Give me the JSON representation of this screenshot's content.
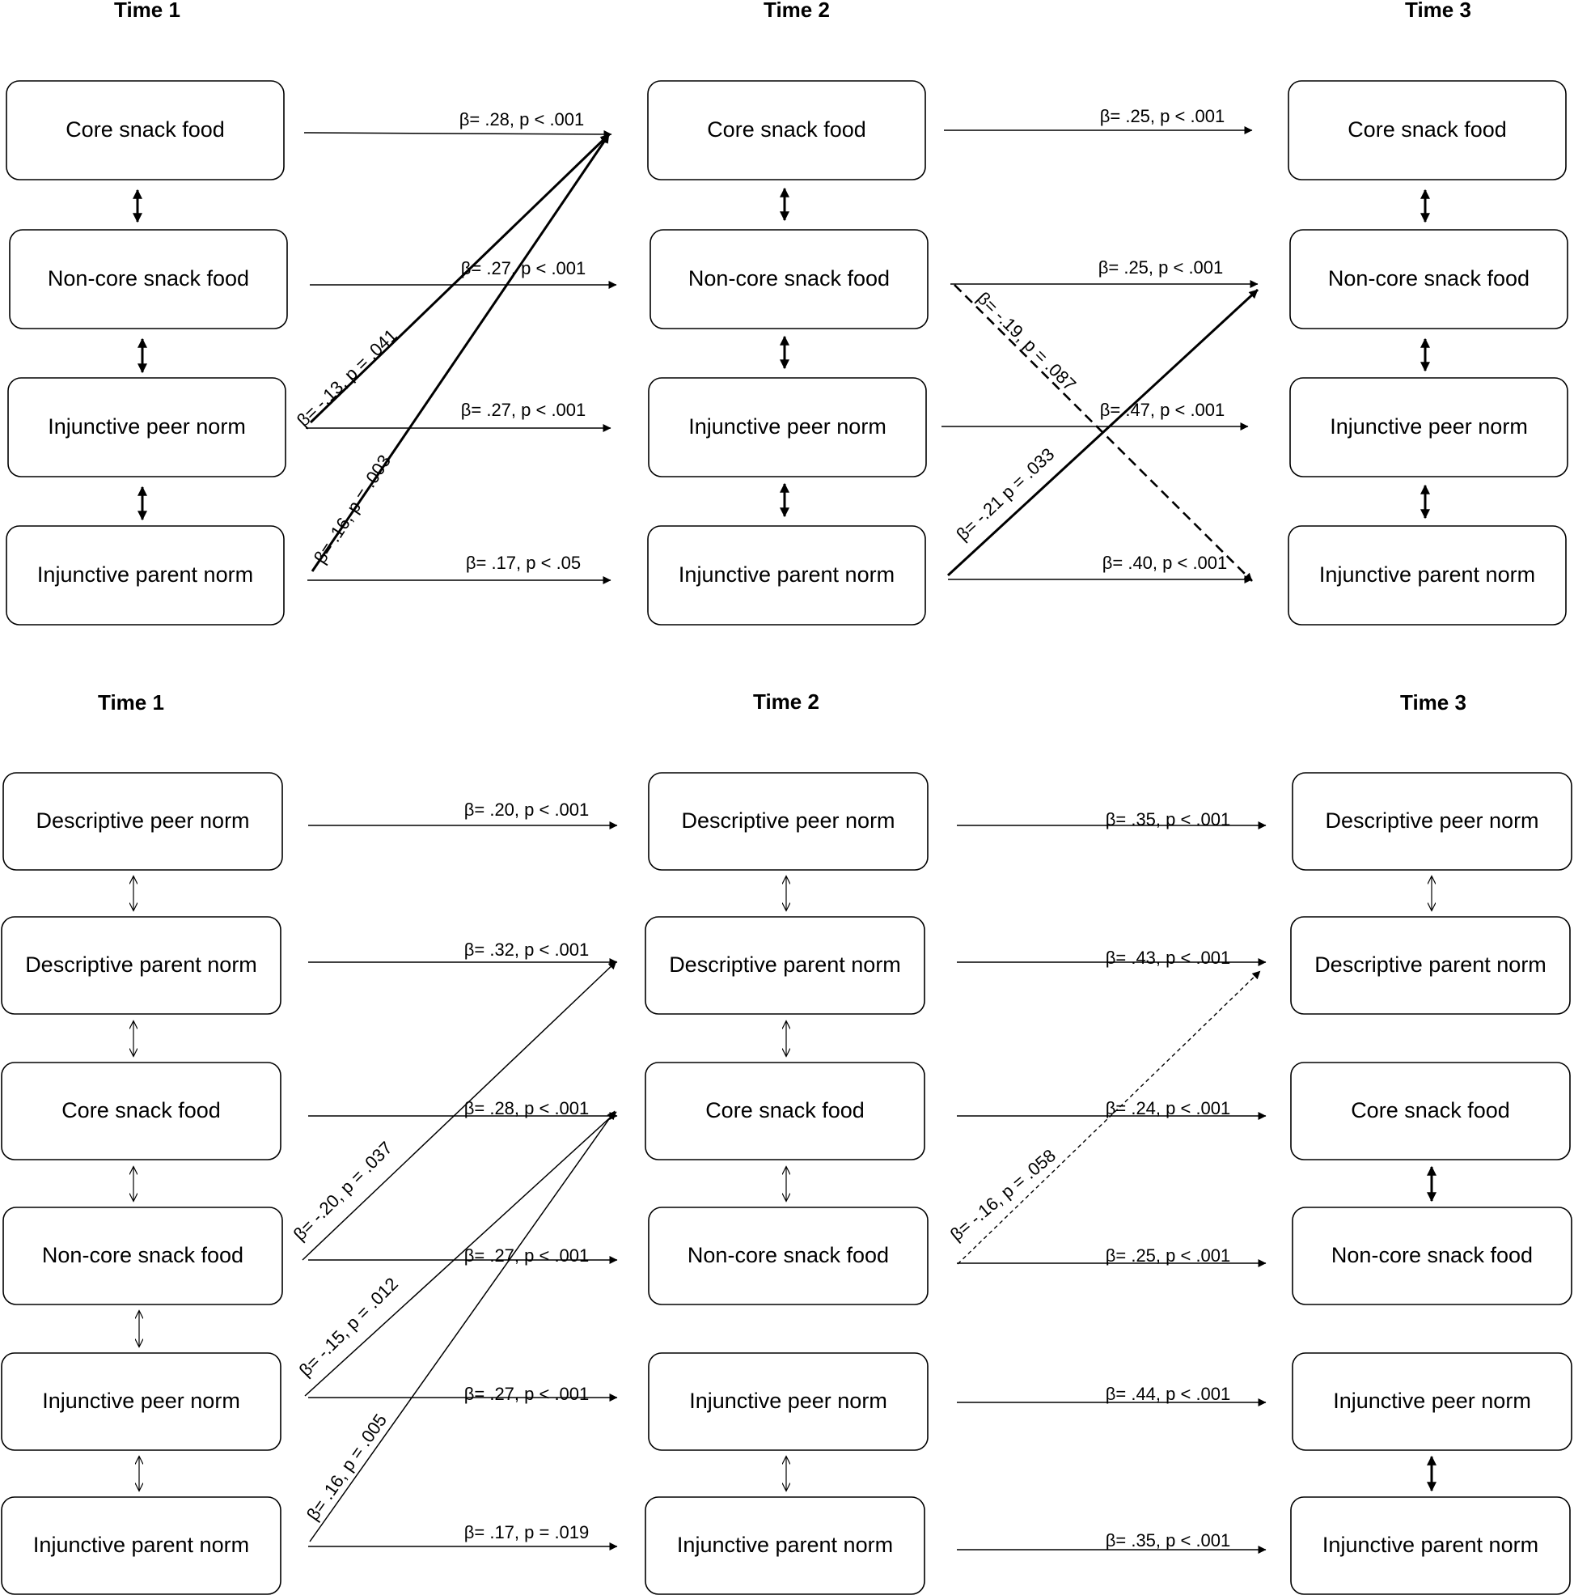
{
  "panels": [
    {
      "id": "top",
      "times": [
        "Time 1",
        "Time 2",
        "Time 3"
      ],
      "time1_vars": [
        "Core snack food",
        "Non-core snack food",
        "Injunctive peer norm",
        "Injunctive parent norm"
      ],
      "time2_vars": [
        "Core snack food",
        "Non-core snack food",
        "Injunctive peer norm",
        "Injunctive parent norm"
      ],
      "time3_vars": [
        "Core snack food",
        "Non-core snack food",
        "Injunctive peer norm",
        "Injunctive parent norm"
      ],
      "paths": [
        {
          "from": "T1 Core snack food",
          "to": "T2 Core snack food",
          "label": "β= .28, p < .001",
          "style": "solid"
        },
        {
          "from": "T1 Non-core snack food",
          "to": "T2 Non-core snack food",
          "label": "β= .27, p < .001",
          "style": "solid"
        },
        {
          "from": "T1 Injunctive peer norm",
          "to": "T2 Injunctive peer norm",
          "label": "β= .27, p < .001",
          "style": "solid"
        },
        {
          "from": "T1 Injunctive parent norm",
          "to": "T2 Injunctive parent norm",
          "label": "β= .17, p < .05",
          "style": "solid"
        },
        {
          "from": "T1 Injunctive peer norm",
          "to": "T2 Core snack food",
          "label": "β= -.13, p = .041",
          "style": "bold"
        },
        {
          "from": "T1 Injunctive parent norm",
          "to": "T2 Core snack food",
          "label": "β= .16, p = .003",
          "style": "bold"
        },
        {
          "from": "T2 Core snack food",
          "to": "T3 Core snack food",
          "label": "β= .25, p < .001",
          "style": "solid"
        },
        {
          "from": "T2 Non-core snack food",
          "to": "T3 Non-core snack food",
          "label": "β= .25, p < .001",
          "style": "solid"
        },
        {
          "from": "T2 Injunctive peer norm",
          "to": "T3 Injunctive peer norm",
          "label": "β= .47, p < .001",
          "style": "solid"
        },
        {
          "from": "T2 Injunctive parent norm",
          "to": "T3 Injunctive parent norm",
          "label": "β= .40, p < .001",
          "style": "solid"
        },
        {
          "from": "T2 Non-core snack food",
          "to": "T3 Injunctive parent norm",
          "label": "β= -.19, p = .087",
          "style": "dashed"
        },
        {
          "from": "T2 Injunctive parent norm",
          "to": "T3 Non-core snack food",
          "label": "β= -.21 p = .033",
          "style": "bold"
        }
      ]
    },
    {
      "id": "bottom",
      "times": [
        "Time 1",
        "Time 2",
        "Time 3"
      ],
      "time1_vars": [
        "Descriptive peer norm",
        "Descriptive parent norm",
        "Core snack food",
        "Non-core snack food",
        "Injunctive peer norm",
        "Injunctive parent norm"
      ],
      "time2_vars": [
        "Descriptive peer norm",
        "Descriptive parent norm",
        "Core snack food",
        "Non-core snack food",
        "Injunctive peer norm",
        "Injunctive parent norm"
      ],
      "time3_vars": [
        "Descriptive peer norm",
        "Descriptive parent norm",
        "Core snack food",
        "Non-core snack food",
        "Injunctive peer norm",
        "Injunctive parent norm"
      ],
      "paths": [
        {
          "from": "T1 Descriptive peer norm",
          "to": "T2 Descriptive peer norm",
          "label": "β= .20, p < .001",
          "style": "solid"
        },
        {
          "from": "T1 Descriptive parent norm",
          "to": "T2 Descriptive parent norm",
          "label": "β= .32, p < .001",
          "style": "solid"
        },
        {
          "from": "T1 Core snack food",
          "to": "T2 Core snack food",
          "label": "β= .28, p < .001",
          "style": "solid"
        },
        {
          "from": "T1 Non-core snack food",
          "to": "T2 Non-core snack food",
          "label": "β= .27, p < .001",
          "style": "solid"
        },
        {
          "from": "T1 Injunctive peer norm",
          "to": "T2 Injunctive peer norm",
          "label": "β= .27, p < .001",
          "style": "solid"
        },
        {
          "from": "T1 Injunctive parent norm",
          "to": "T2 Injunctive parent norm",
          "label": "β= .17, p = .019",
          "style": "solid"
        },
        {
          "from": "T1 Non-core snack food",
          "to": "T2 Descriptive parent norm",
          "label": "β= -.20, p = .037",
          "style": "solid"
        },
        {
          "from": "T1 Injunctive peer norm",
          "to": "T2 Core snack food",
          "label": "β= -.15, p = .012",
          "style": "solid"
        },
        {
          "from": "T1 Injunctive parent norm",
          "to": "T2 Core snack food",
          "label": "β= .16, p = .005",
          "style": "solid"
        },
        {
          "from": "T2 Descriptive peer norm",
          "to": "T3 Descriptive peer norm",
          "label": "β= .35, p < .001",
          "style": "solid"
        },
        {
          "from": "T2 Descriptive parent norm",
          "to": "T3 Descriptive parent norm",
          "label": "β= .43, p < .001",
          "style": "solid"
        },
        {
          "from": "T2 Core snack food",
          "to": "T3 Core snack food",
          "label": "β= .24, p < .001",
          "style": "solid"
        },
        {
          "from": "T2 Non-core snack food",
          "to": "T3 Non-core snack food",
          "label": "β= .25, p < .001",
          "style": "solid"
        },
        {
          "from": "T2 Injunctive peer norm",
          "to": "T3 Injunctive peer norm",
          "label": "β= .44, p < .001",
          "style": "solid"
        },
        {
          "from": "T2 Injunctive parent norm",
          "to": "T3 Injunctive parent norm",
          "label": "β= .35, p < .001",
          "style": "solid"
        },
        {
          "from": "T2 Non-core snack food",
          "to": "T3 Descriptive parent norm",
          "label": "β= -.16, p = .058",
          "style": "dashed"
        }
      ]
    }
  ],
  "colors": {
    "line": "#000000",
    "box_fill": "#ffffff",
    "background": "#ffffff"
  }
}
